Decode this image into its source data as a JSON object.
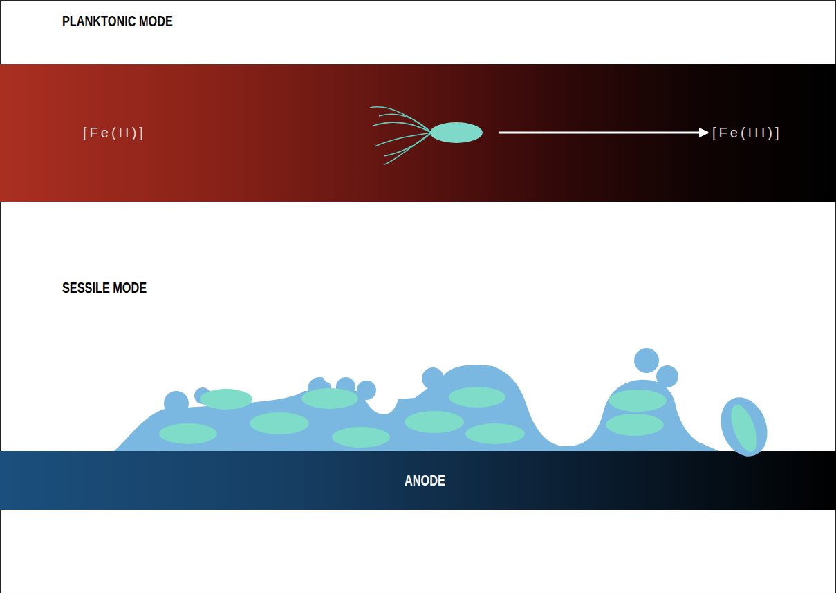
{
  "diagram": {
    "nodes": [
      {
        "text": [
          "[Fe(II)]",
          "[Fe(III)]"
        ]
      },
      {
        "text": [
          "ANODE"
        ]
      }
    ],
    "labels": [
      "PLANKTONIC MODE",
      "SESSILE MODE"
    ]
  }
}
